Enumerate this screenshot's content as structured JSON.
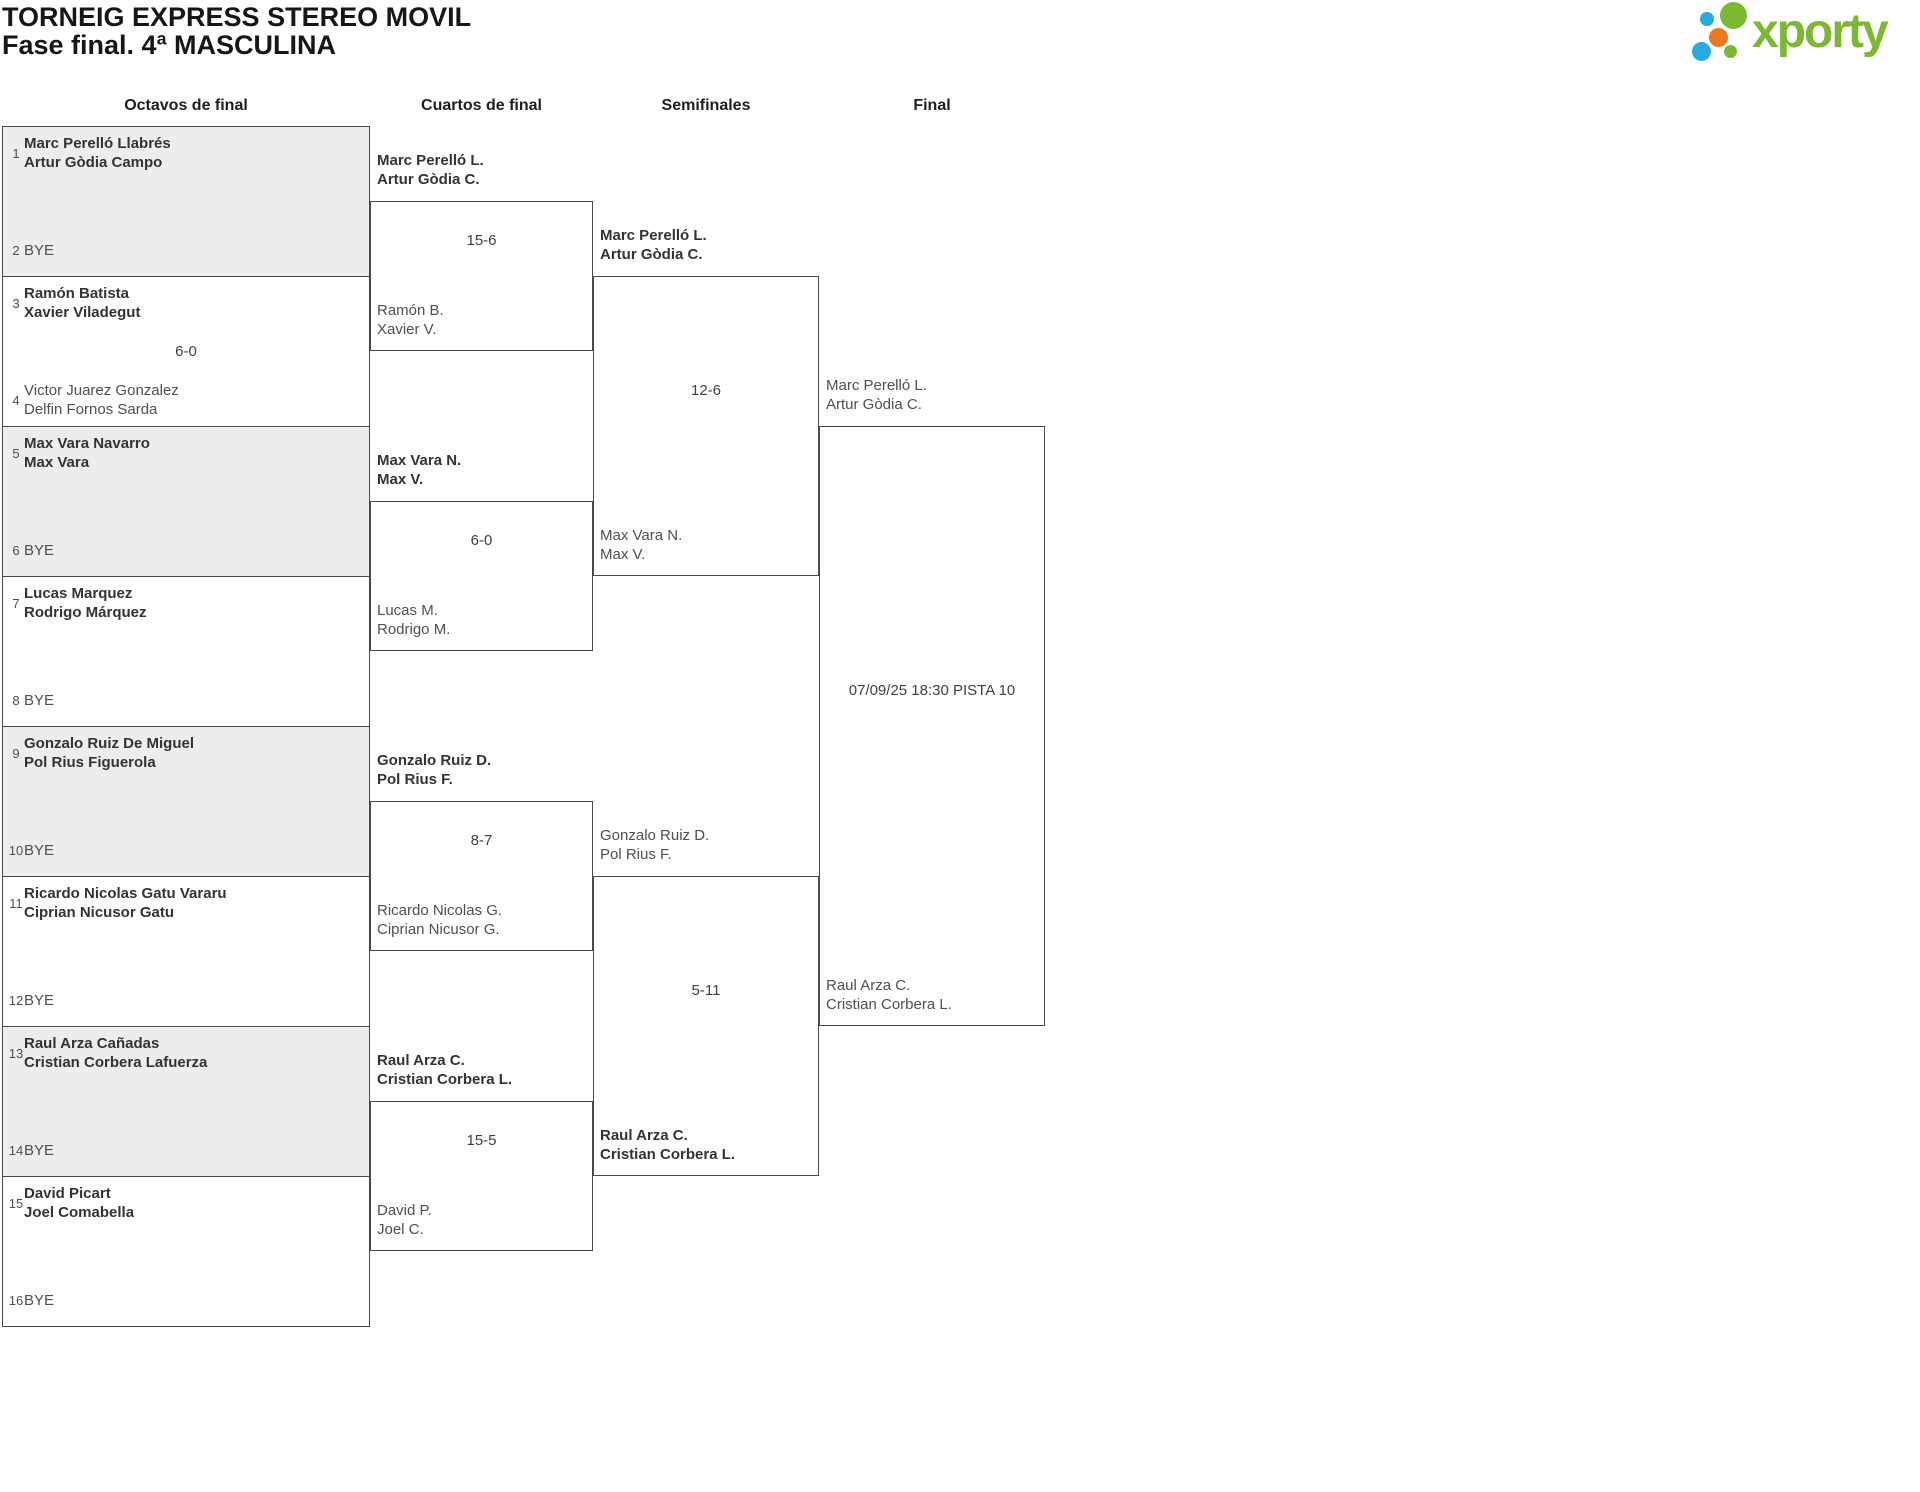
{
  "page": {
    "title": "TORNEIG EXPRESS STEREO MOVIL",
    "subtitle": "Fase final. 4ª MASCULINA"
  },
  "logo": {
    "text": "xporty",
    "green": "#7cb832",
    "blue": "#29a9e0",
    "orange": "#e8791e"
  },
  "colors": {
    "box_shade": "#ededed",
    "line": "#4a4a4a"
  },
  "rounds": {
    "headers": [
      "Octavos de final",
      "Cuartos de final",
      "Semifinales",
      "Final"
    ],
    "round_of_16": [
      {
        "shaded": true,
        "score": "",
        "top": {
          "seed": "1",
          "lines": [
            "Marc Perelló Llabrés",
            "Artur Gòdia Campo"
          ],
          "bold": true
        },
        "bottom": {
          "seed": "2",
          "lines": [
            "BYE"
          ],
          "bold": false
        }
      },
      {
        "shaded": false,
        "score": "6-0",
        "top": {
          "seed": "3",
          "lines": [
            "Ramón Batista",
            "Xavier Viladegut"
          ],
          "bold": true
        },
        "bottom": {
          "seed": "4",
          "lines": [
            "Victor Juarez Gonzalez",
            "Delfin Fornos Sarda"
          ],
          "bold": false
        }
      },
      {
        "shaded": true,
        "score": "",
        "top": {
          "seed": "5",
          "lines": [
            "Max Vara Navarro",
            "Max Vara"
          ],
          "bold": true
        },
        "bottom": {
          "seed": "6",
          "lines": [
            "BYE"
          ],
          "bold": false
        }
      },
      {
        "shaded": false,
        "score": "",
        "top": {
          "seed": "7",
          "lines": [
            "Lucas Marquez",
            "Rodrigo Márquez"
          ],
          "bold": true
        },
        "bottom": {
          "seed": "8",
          "lines": [
            "BYE"
          ],
          "bold": false
        }
      },
      {
        "shaded": true,
        "score": "",
        "top": {
          "seed": "9",
          "lines": [
            "Gonzalo Ruiz De Miguel",
            "Pol Rius Figuerola"
          ],
          "bold": true
        },
        "bottom": {
          "seed": "10",
          "lines": [
            "BYE"
          ],
          "bold": false
        }
      },
      {
        "shaded": false,
        "score": "",
        "top": {
          "seed": "11",
          "lines": [
            "Ricardo Nicolas Gatu Vararu",
            "Ciprian Nicusor Gatu"
          ],
          "bold": true
        },
        "bottom": {
          "seed": "12",
          "lines": [
            "BYE"
          ],
          "bold": false
        }
      },
      {
        "shaded": true,
        "score": "",
        "top": {
          "seed": "13",
          "lines": [
            "Raul Arza Cañadas",
            "Cristian Corbera Lafuerza"
          ],
          "bold": true
        },
        "bottom": {
          "seed": "14",
          "lines": [
            "BYE"
          ],
          "bold": false
        }
      },
      {
        "shaded": false,
        "score": "",
        "top": {
          "seed": "15",
          "lines": [
            "David Picart",
            "Joel Comabella"
          ],
          "bold": true
        },
        "bottom": {
          "seed": "16",
          "lines": [
            "BYE"
          ],
          "bold": false
        }
      }
    ],
    "quarterfinals": [
      {
        "score": "15-6",
        "top": {
          "lines": [
            "Marc Perelló L.",
            "Artur Gòdia C."
          ],
          "bold": true
        },
        "bottom": {
          "lines": [
            "Ramón B.",
            "Xavier V."
          ],
          "bold": false
        }
      },
      {
        "score": "6-0",
        "top": {
          "lines": [
            "Max Vara N.",
            "Max V."
          ],
          "bold": true
        },
        "bottom": {
          "lines": [
            "Lucas M.",
            "Rodrigo M."
          ],
          "bold": false
        }
      },
      {
        "score": "8-7",
        "top": {
          "lines": [
            "Gonzalo Ruiz D.",
            "Pol Rius F."
          ],
          "bold": true
        },
        "bottom": {
          "lines": [
            "Ricardo Nicolas G.",
            "Ciprian Nicusor G."
          ],
          "bold": false
        }
      },
      {
        "score": "15-5",
        "top": {
          "lines": [
            "Raul Arza C.",
            "Cristian Corbera L."
          ],
          "bold": true
        },
        "bottom": {
          "lines": [
            "David P.",
            "Joel C."
          ],
          "bold": false
        }
      }
    ],
    "semifinals": [
      {
        "score": "12-6",
        "top": {
          "lines": [
            "Marc Perelló L.",
            "Artur Gòdia C."
          ],
          "bold": true
        },
        "bottom": {
          "lines": [
            "Max Vara N.",
            "Max V."
          ],
          "bold": false
        }
      },
      {
        "score": "5-11",
        "top": {
          "lines": [
            "Gonzalo Ruiz D.",
            "Pol Rius F."
          ],
          "bold": false
        },
        "bottom": {
          "lines": [
            "Raul Arza C.",
            "Cristian Corbera L."
          ],
          "bold": true
        }
      }
    ],
    "final": {
      "note": "07/09/25 18:30 PISTA 10",
      "top": {
        "lines": [
          "Marc Perelló L.",
          "Artur Gòdia C."
        ],
        "bold": false
      },
      "bottom": {
        "lines": [
          "Raul Arza C.",
          "Cristian Corbera L."
        ],
        "bold": false
      }
    }
  }
}
